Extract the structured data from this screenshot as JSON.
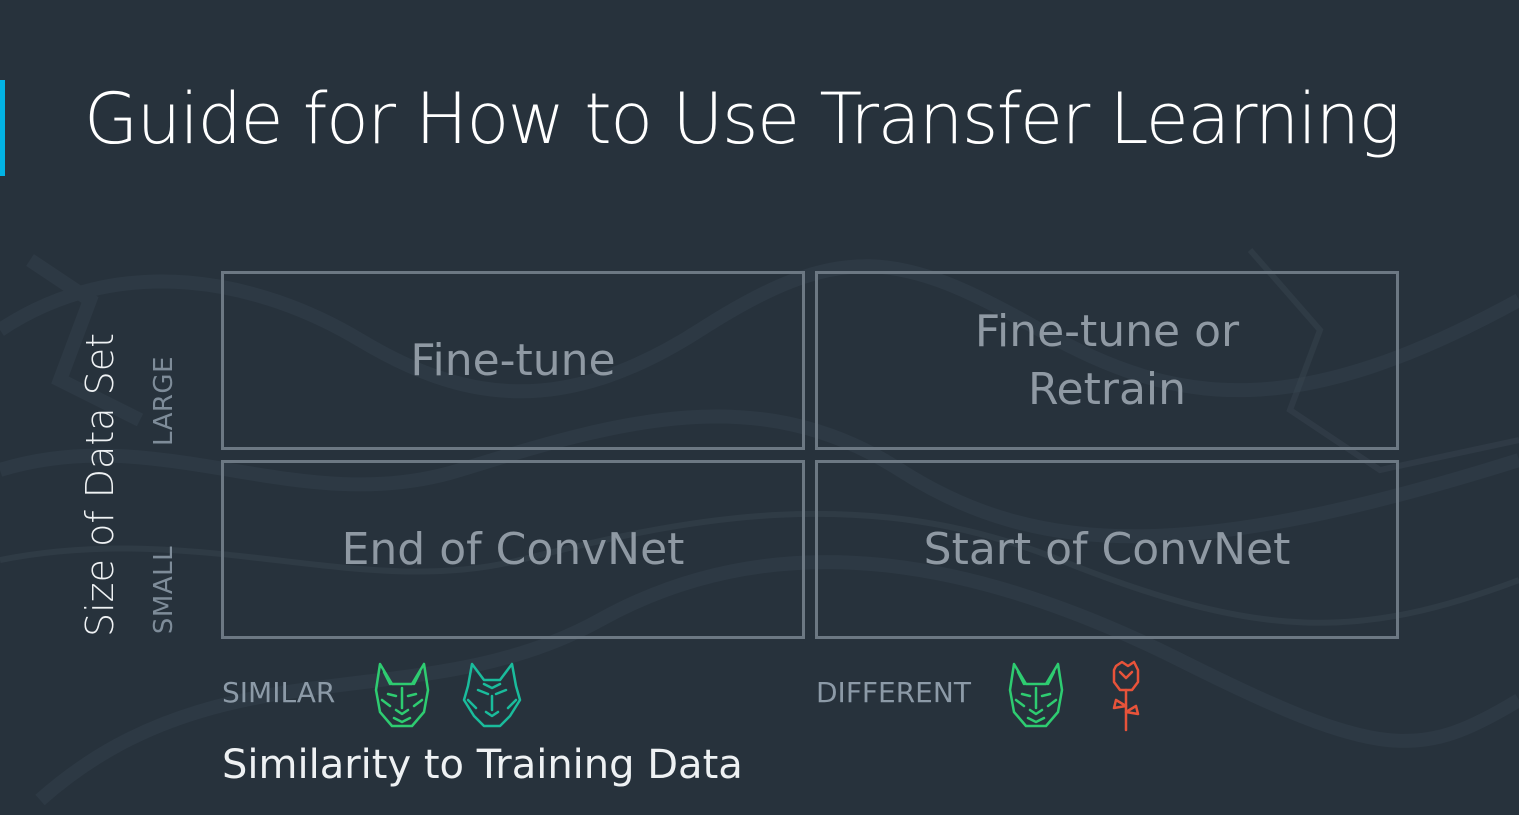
{
  "title": "Guide for How to Use Transfer Learning",
  "y_axis": {
    "label": "Size of Data Set",
    "rows": [
      "LARGE",
      "SMALL"
    ]
  },
  "x_axis": {
    "label": "Similarity to Training Data",
    "columns": [
      "SIMILAR",
      "DIFFERENT"
    ]
  },
  "cells": {
    "large_similar": "Fine-tune",
    "large_different": "Fine-tune or Retrain",
    "small_similar": "End of ConvNet",
    "small_different": "Start of ConvNet"
  },
  "icons": {
    "similar": [
      "dog-icon",
      "wolf-icon"
    ],
    "different": [
      "dog-icon",
      "rose-icon"
    ]
  },
  "colors": {
    "background": "#27323c",
    "accent": "#02b3e4",
    "dog": "#2ecc71",
    "wolf": "#1abc9c",
    "rose": "#e8533a"
  }
}
